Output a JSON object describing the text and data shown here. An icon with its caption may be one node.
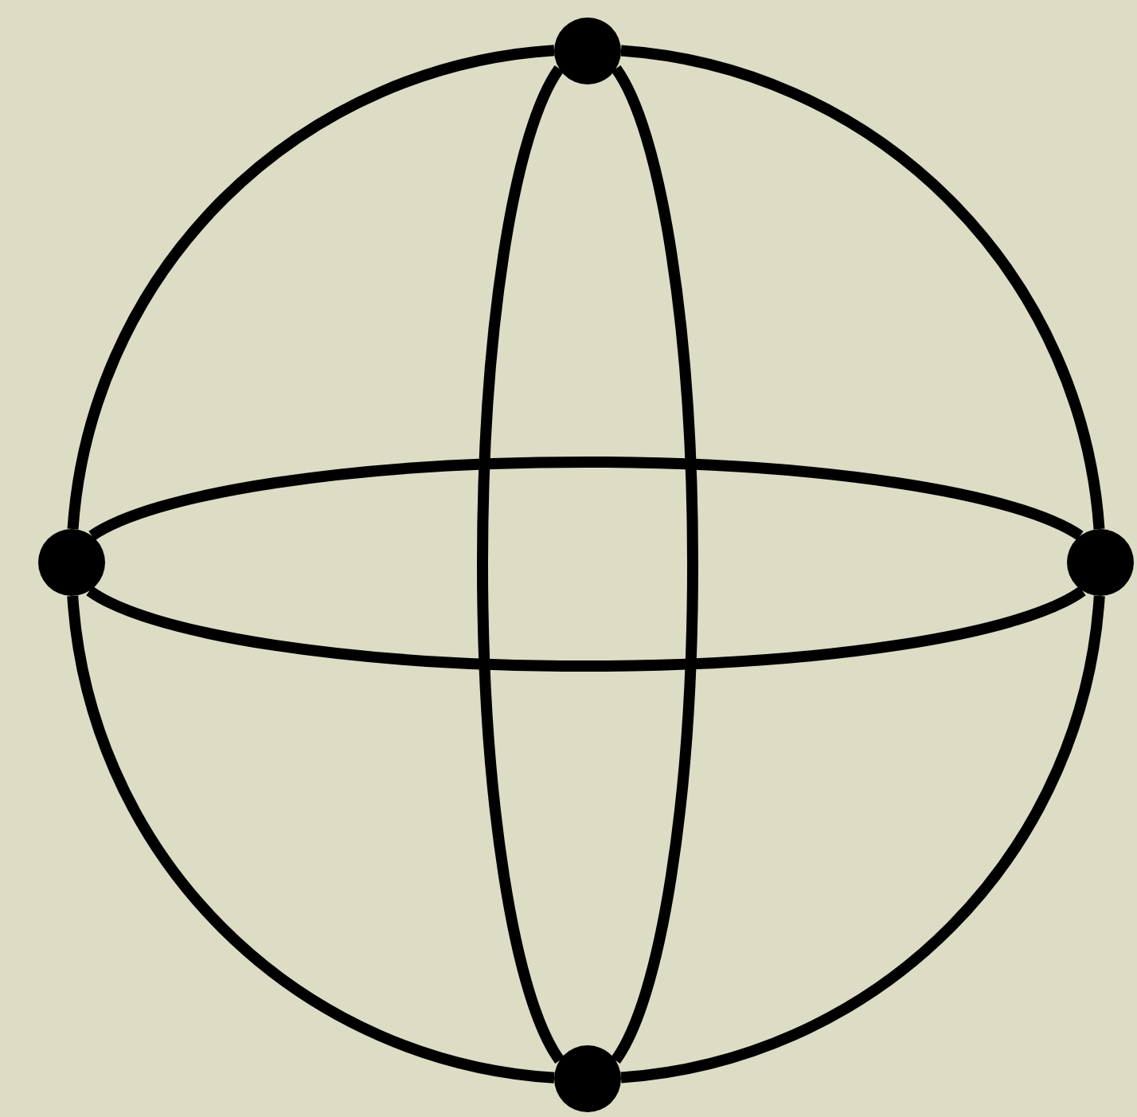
{
  "diagram": {
    "nodes": [
      {
        "text": [],
        "shape": "circle"
      },
      {
        "text": [],
        "shape": "circle"
      },
      {
        "text": [],
        "shape": "circle"
      },
      {
        "text": [],
        "shape": "circle"
      }
    ],
    "edges": [
      {
        "from": 0,
        "to": 1,
        "arrow": "none"
      },
      {
        "from": 0,
        "to": 2,
        "arrow": "none"
      },
      {
        "from": 1,
        "to": 3,
        "arrow": "none"
      },
      {
        "from": 2,
        "to": 3,
        "arrow": "none"
      },
      {
        "from": 0,
        "to": 3,
        "arrow": "none"
      },
      {
        "from": 0,
        "to": 3,
        "arrow": "none"
      },
      {
        "from": 1,
        "to": 2,
        "arrow": "none"
      },
      {
        "from": 1,
        "to": 2,
        "arrow": "none"
      }
    ]
  }
}
